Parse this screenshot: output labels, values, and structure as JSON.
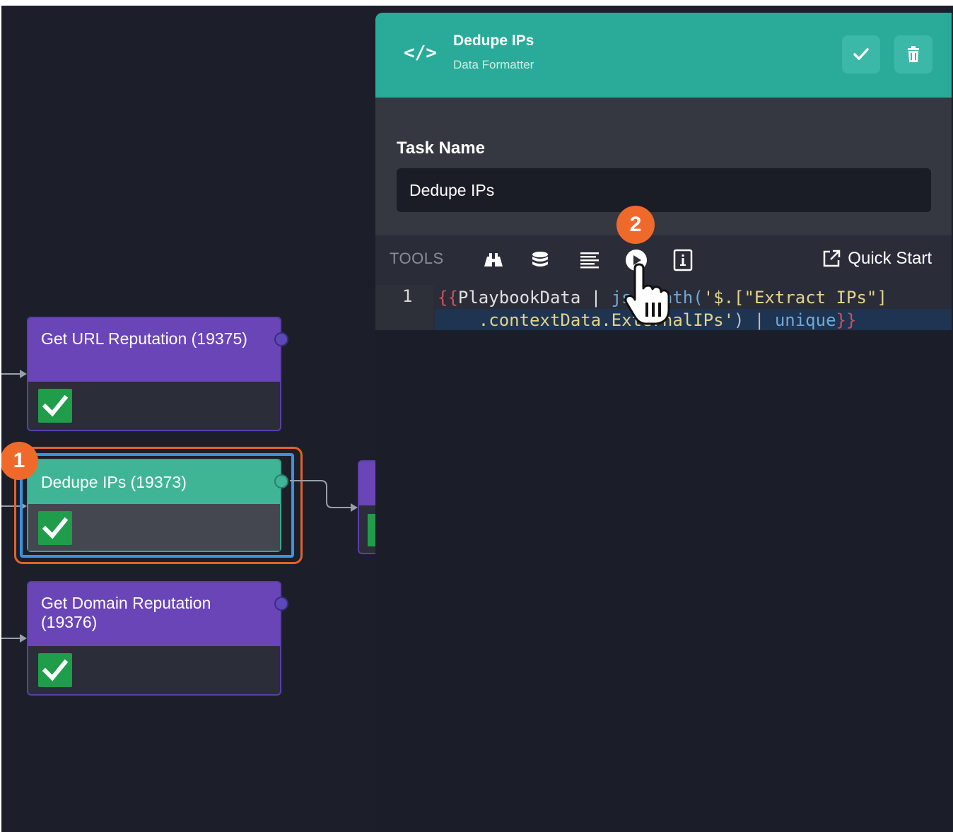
{
  "nodes": [
    {
      "title": "Get URL Reputation (19375)"
    },
    {
      "title": "Dedupe IPs (19373)"
    },
    {
      "title": "Get Domain Reputation (19376)"
    }
  ],
  "badges": {
    "one": "1",
    "two": "2"
  },
  "panel": {
    "header": {
      "icon": "</>",
      "title": "Dedupe IPs",
      "subtitle": "Data Formatter"
    },
    "task_name_label": "Task Name",
    "task_name_value": "Dedupe IPs",
    "tools_label": "TOOLS",
    "quick_start": "Quick Start",
    "editor": {
      "line_number": "1",
      "line1_a": "{{",
      "line1_b": "PlaybookData | ",
      "line1_c": "jsonpath(",
      "line1_d": "'$.[\"Extract IPs\"]",
      "line2_a": "    .contextData.ExternalIPs'",
      "line2_b": ") | ",
      "line2_c": "unique",
      "line2_d": "}}"
    }
  },
  "colors": {
    "header_teal": "#2aab9a",
    "node_purple": "#6a45b8",
    "selected_teal": "#3fb596",
    "badge_orange": "#ef6a2a",
    "check_green": "#1f9d4a"
  }
}
